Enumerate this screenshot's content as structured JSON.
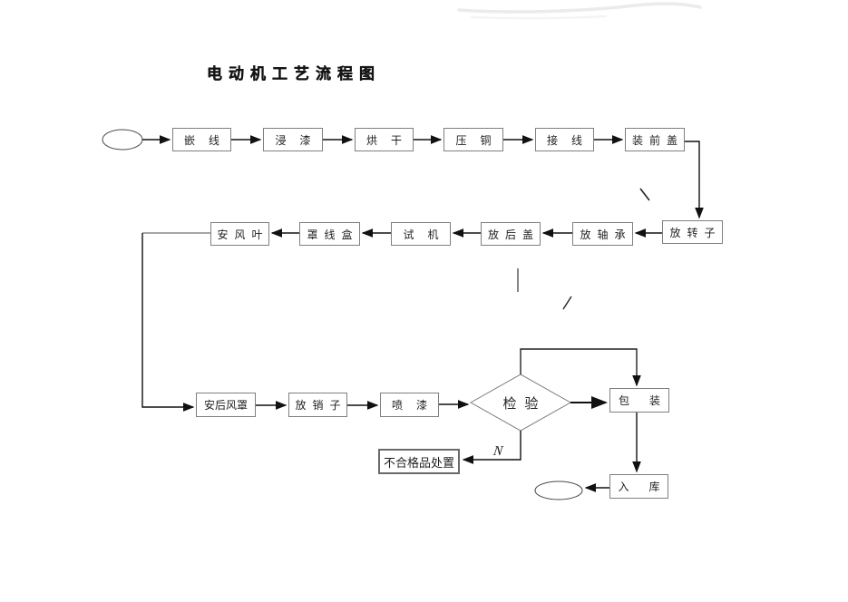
{
  "title": "电动机工艺流程图",
  "annotations": {
    "reject_branch_label": "N"
  },
  "colors": {
    "box_border": "#7f7f7f",
    "connector_line": "#111111",
    "text": "#1f1f1f",
    "scan_smudge": "#ebebeb"
  },
  "nodes": {
    "qian_xian": {
      "label": "嵌线"
    },
    "jin_qi": {
      "label": "浸漆"
    },
    "hong_gan": {
      "label": "烘干"
    },
    "ya_tong": {
      "label": "压铜"
    },
    "jie_xian": {
      "label": "接线"
    },
    "zhuang_qian_gai": {
      "label": "装前盖"
    },
    "fang_zhuan_zi": {
      "label": "放转子"
    },
    "fang_zhou_cheng": {
      "label": "放轴承"
    },
    "fang_hou_gai": {
      "label": "放后盖"
    },
    "shi_ji": {
      "label": "试机"
    },
    "zhao_xian_he": {
      "label": "罩线盒"
    },
    "an_feng_ye": {
      "label": "安风叶"
    },
    "an_hou_feng_zhao": {
      "label": "安后风罩"
    },
    "fang_xiao_zi": {
      "label": "放销子"
    },
    "pen_qi": {
      "label": "喷漆"
    },
    "jian_yan": {
      "label": "检验"
    },
    "bao_zhuang": {
      "label": "包装"
    },
    "bu_he_ge_pin_chu_zhi": {
      "label": "不合格品处置"
    },
    "ru_ku": {
      "label": "入库"
    }
  }
}
